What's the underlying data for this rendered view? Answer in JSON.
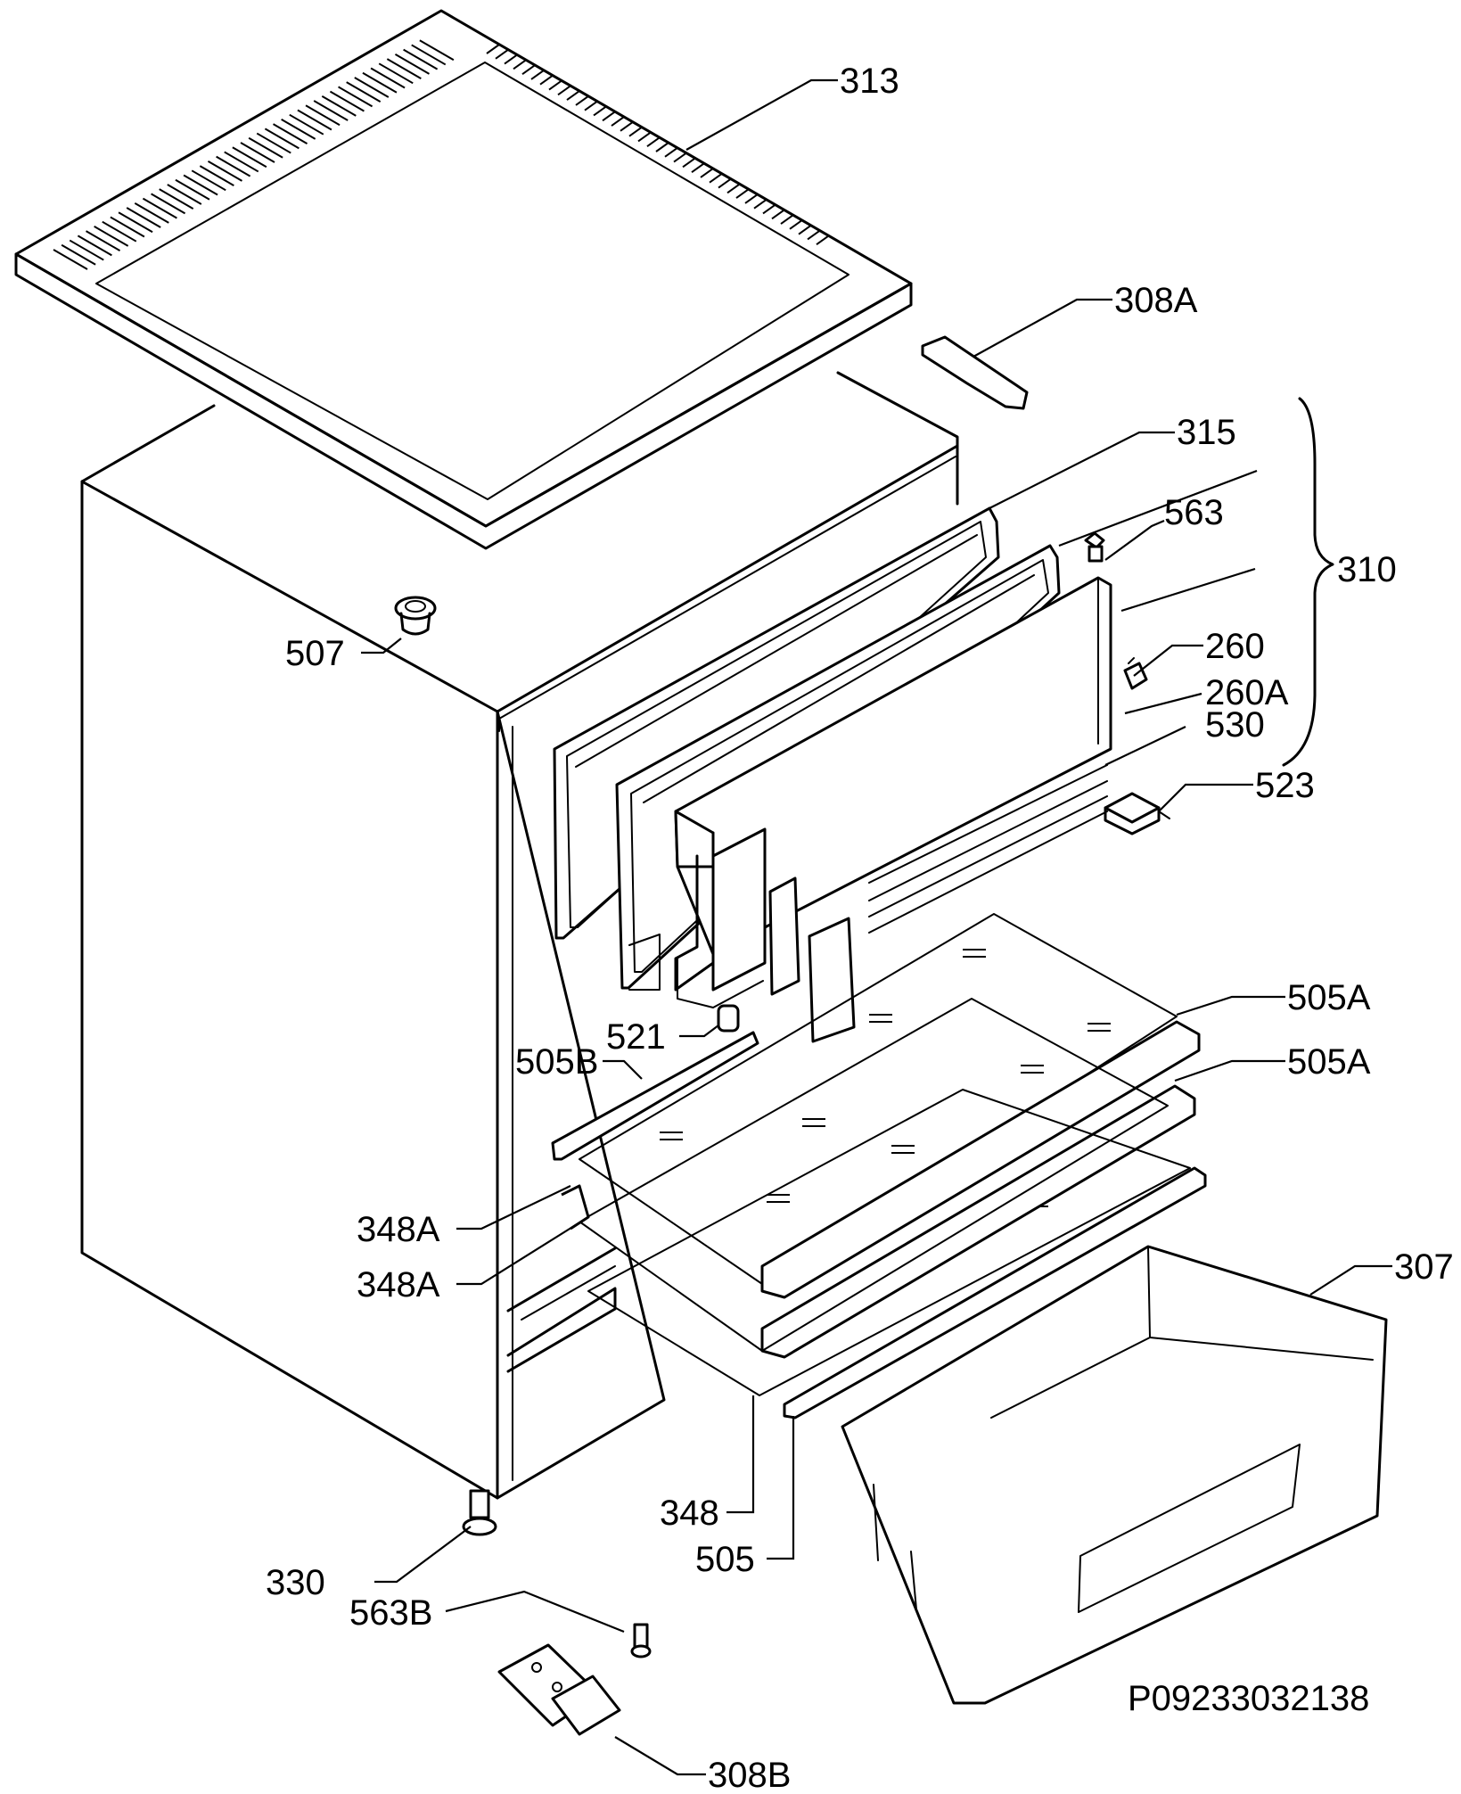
{
  "diagram": {
    "reference_code": "P09233032138",
    "part_labels": {
      "p313": "313",
      "p308A": "308A",
      "p315": "315",
      "p563": "563",
      "p310": "310",
      "p260": "260",
      "p260A": "260A",
      "p530": "530",
      "p523": "523",
      "p507": "507",
      "p505A_1": "505A",
      "p505A_2": "505A",
      "p521": "521",
      "p505B": "505B",
      "p348A_1": "348A",
      "p348A_2": "348A",
      "p307": "307",
      "p348": "348",
      "p505": "505",
      "p330": "330",
      "p563B": "563B",
      "p308B": "308B"
    }
  }
}
